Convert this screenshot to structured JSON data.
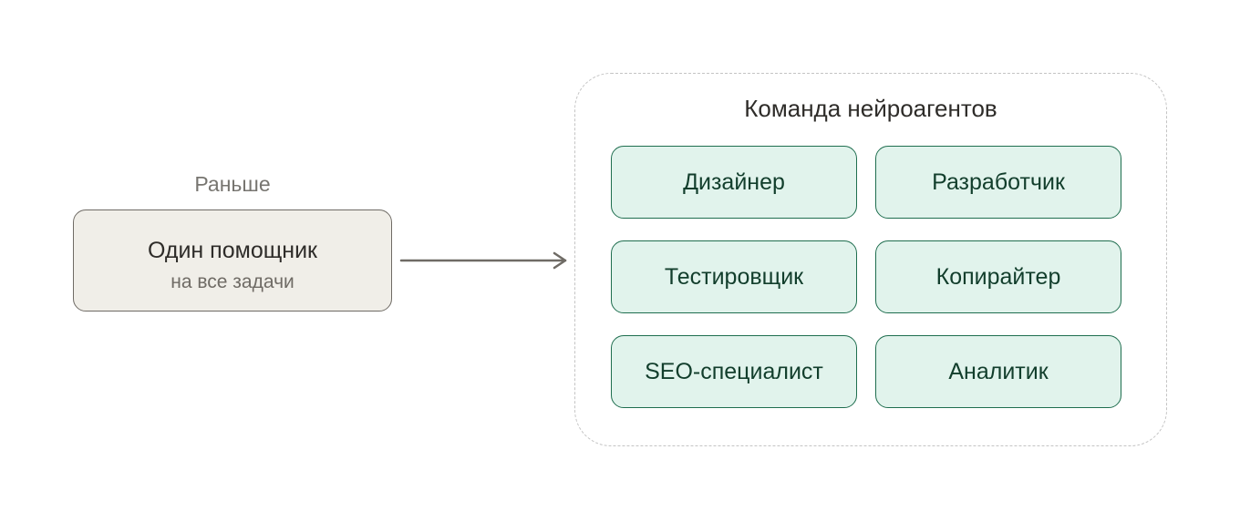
{
  "before": {
    "caption": "Раньше",
    "title": "Один помощник",
    "subtitle": "на все задачи"
  },
  "team": {
    "title": "Команда нейроагентов",
    "agents": [
      "Дизайнер",
      "Разработчик",
      "Тестировщик",
      "Копирайтер",
      "SEO-специалист",
      "Аналитик"
    ]
  },
  "colors": {
    "helper_fill": "#f0eee8",
    "helper_border": "#6f6b65",
    "agent_fill": "#e1f3ec",
    "agent_border": "#1f6e4f",
    "arrow": "#6f6b65",
    "frame_border": "#c4c4c4"
  }
}
